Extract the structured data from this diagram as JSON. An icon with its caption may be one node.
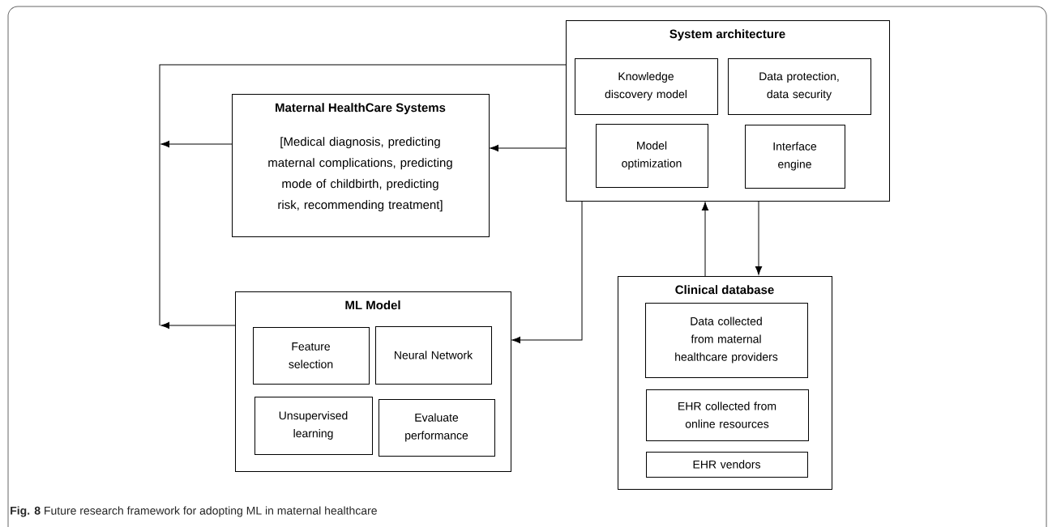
{
  "diagram": {
    "caption": "**Fig. 8** Future research framework for adopting ML in maternal healthcare",
    "nodes": [
      {
        "text": [
          "System architecture"
        ]
      },
      {
        "text": [
          "Knowledge discovery model"
        ],
        "in": 0
      },
      {
        "text": [
          "Data protection, data security"
        ],
        "in": 0
      },
      {
        "text": [
          "Model optimization"
        ],
        "in": 0
      },
      {
        "text": [
          "Interface engine"
        ],
        "in": 0
      },
      {
        "text": [
          "Maternal HealthCare Systems",
          "[Medical diagnosis, predicting maternal complications, predicting mode of childbirth, predicting risk, recommending treatment]"
        ]
      },
      {
        "text": [
          "ML Model"
        ]
      },
      {
        "text": [
          "Feature selection"
        ],
        "in": 6
      },
      {
        "text": [
          "Neural Network"
        ],
        "in": 6
      },
      {
        "text": [
          "Unsupervised learning"
        ],
        "in": 6
      },
      {
        "text": [
          "Evaluate performance"
        ],
        "in": 6
      },
      {
        "text": [
          "Clinical database"
        ]
      },
      {
        "text": [
          "Data collected from maternal healthcare providers"
        ],
        "in": 11
      },
      {
        "text": [
          "EHR collected from online resources"
        ],
        "in": 11
      },
      {
        "text": [
          "EHR vendors"
        ],
        "in": 11
      }
    ],
    "edges": [
      {
        "from": 5,
        "to": null,
        "arrow": "to"
      },
      {
        "from": 6,
        "to": null,
        "arrow": "to"
      },
      {
        "from": null,
        "to": 0,
        "arrow": "none"
      },
      {
        "from": 0,
        "to": 5,
        "arrow": "to"
      },
      {
        "from": 0,
        "to": 6,
        "arrow": "to"
      },
      {
        "from": 11,
        "to": 0,
        "arrow": "to"
      },
      {
        "from": 0,
        "to": 11,
        "arrow": "to"
      }
    ]
  }
}
